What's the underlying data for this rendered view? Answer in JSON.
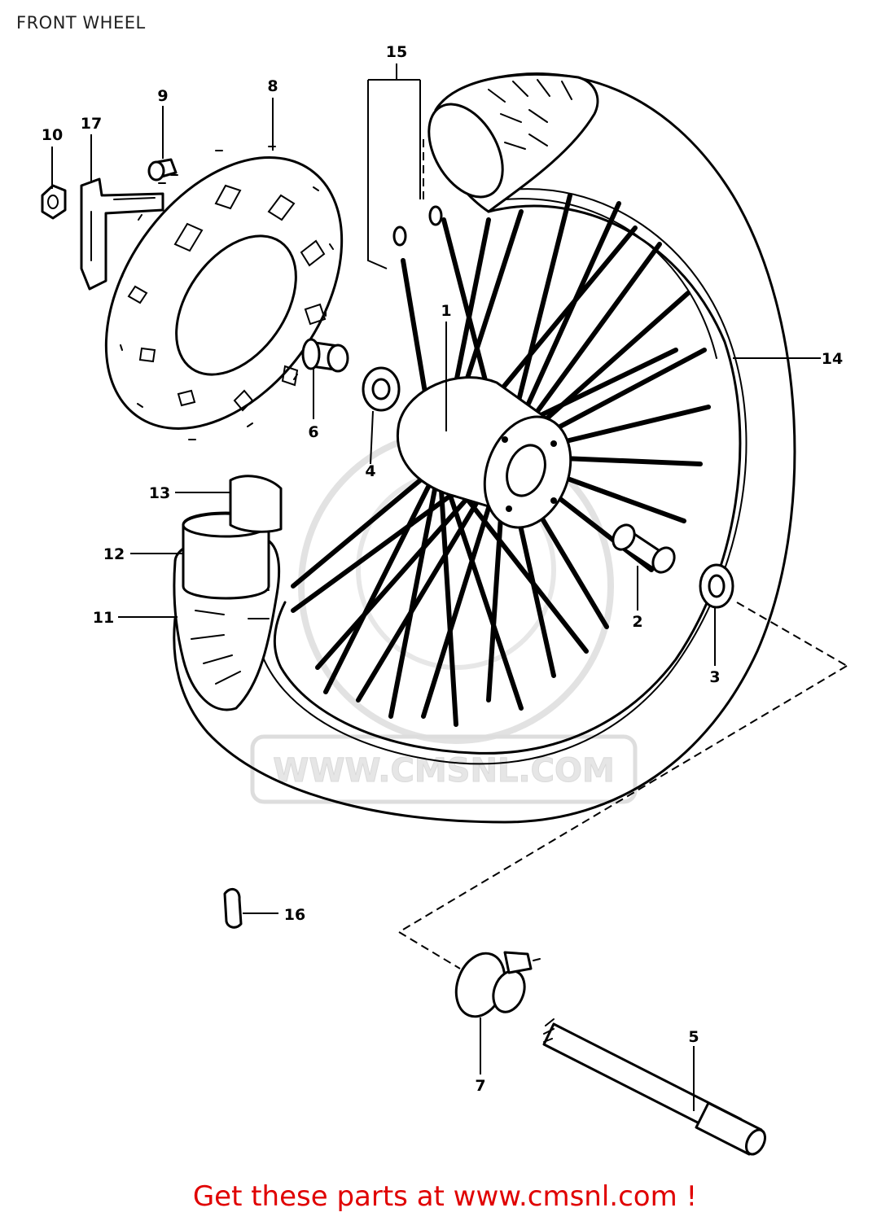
{
  "title": "FRONT WHEEL",
  "watermark": {
    "text": "WWW.CMSNL.COM"
  },
  "callouts": {
    "c1": "1",
    "c2": "2",
    "c3": "3",
    "c4": "4",
    "c5": "5",
    "c6": "6",
    "c7": "7",
    "c8": "8",
    "c9": "9",
    "c10": "10",
    "c11": "11",
    "c12": "12",
    "c13": "13",
    "c14": "14",
    "c15": "15",
    "c16": "16",
    "c17": "17"
  },
  "footer": {
    "link_text": "Get these parts at www.cmsnl.com !"
  },
  "colors": {
    "footer_link": "#e00000",
    "line_art": "#000000",
    "watermark": "#d6d6d6"
  }
}
